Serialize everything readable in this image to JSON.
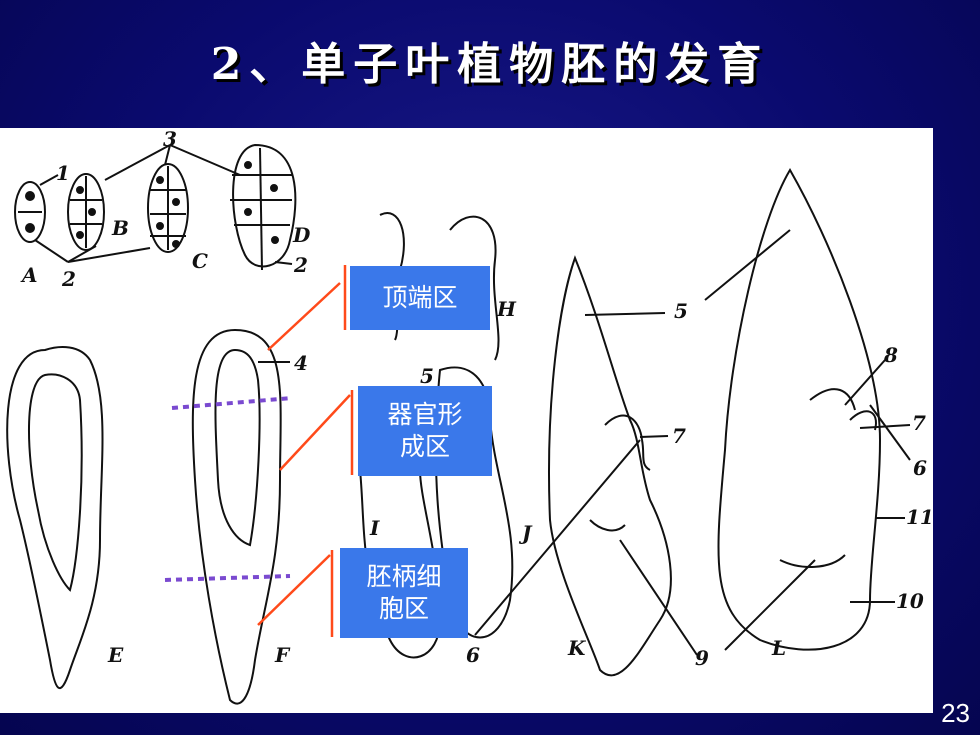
{
  "slide": {
    "title": "2、单子叶植物胚的发育",
    "page_number": "23"
  },
  "callouts": {
    "apical": "顶端区",
    "organ_line1": "器官形",
    "organ_line2": "成区",
    "suspensor_line1": "胚柄细",
    "suspensor_line2": "胞区"
  },
  "figure_labels": {
    "A": "A",
    "B": "B",
    "C": "C",
    "D": "D",
    "E": "E",
    "F": "F",
    "H": "H",
    "I": "I",
    "J": "J",
    "K": "K",
    "L": "L",
    "n1": "1",
    "n2a": "2",
    "n2b": "2",
    "n3": "3",
    "n4": "4",
    "n5a": "5",
    "n5b": "5",
    "n6a": "6",
    "n6b": "6",
    "n7a": "7",
    "n7b": "7",
    "n8": "8",
    "n9": "9",
    "n10": "10",
    "n11": "11"
  },
  "colors": {
    "background": "#0a0a6e",
    "callout_fill": "#3a78ea",
    "pointer_line": "#ff4a1a",
    "zone_divider": "#7a4ad0"
  }
}
